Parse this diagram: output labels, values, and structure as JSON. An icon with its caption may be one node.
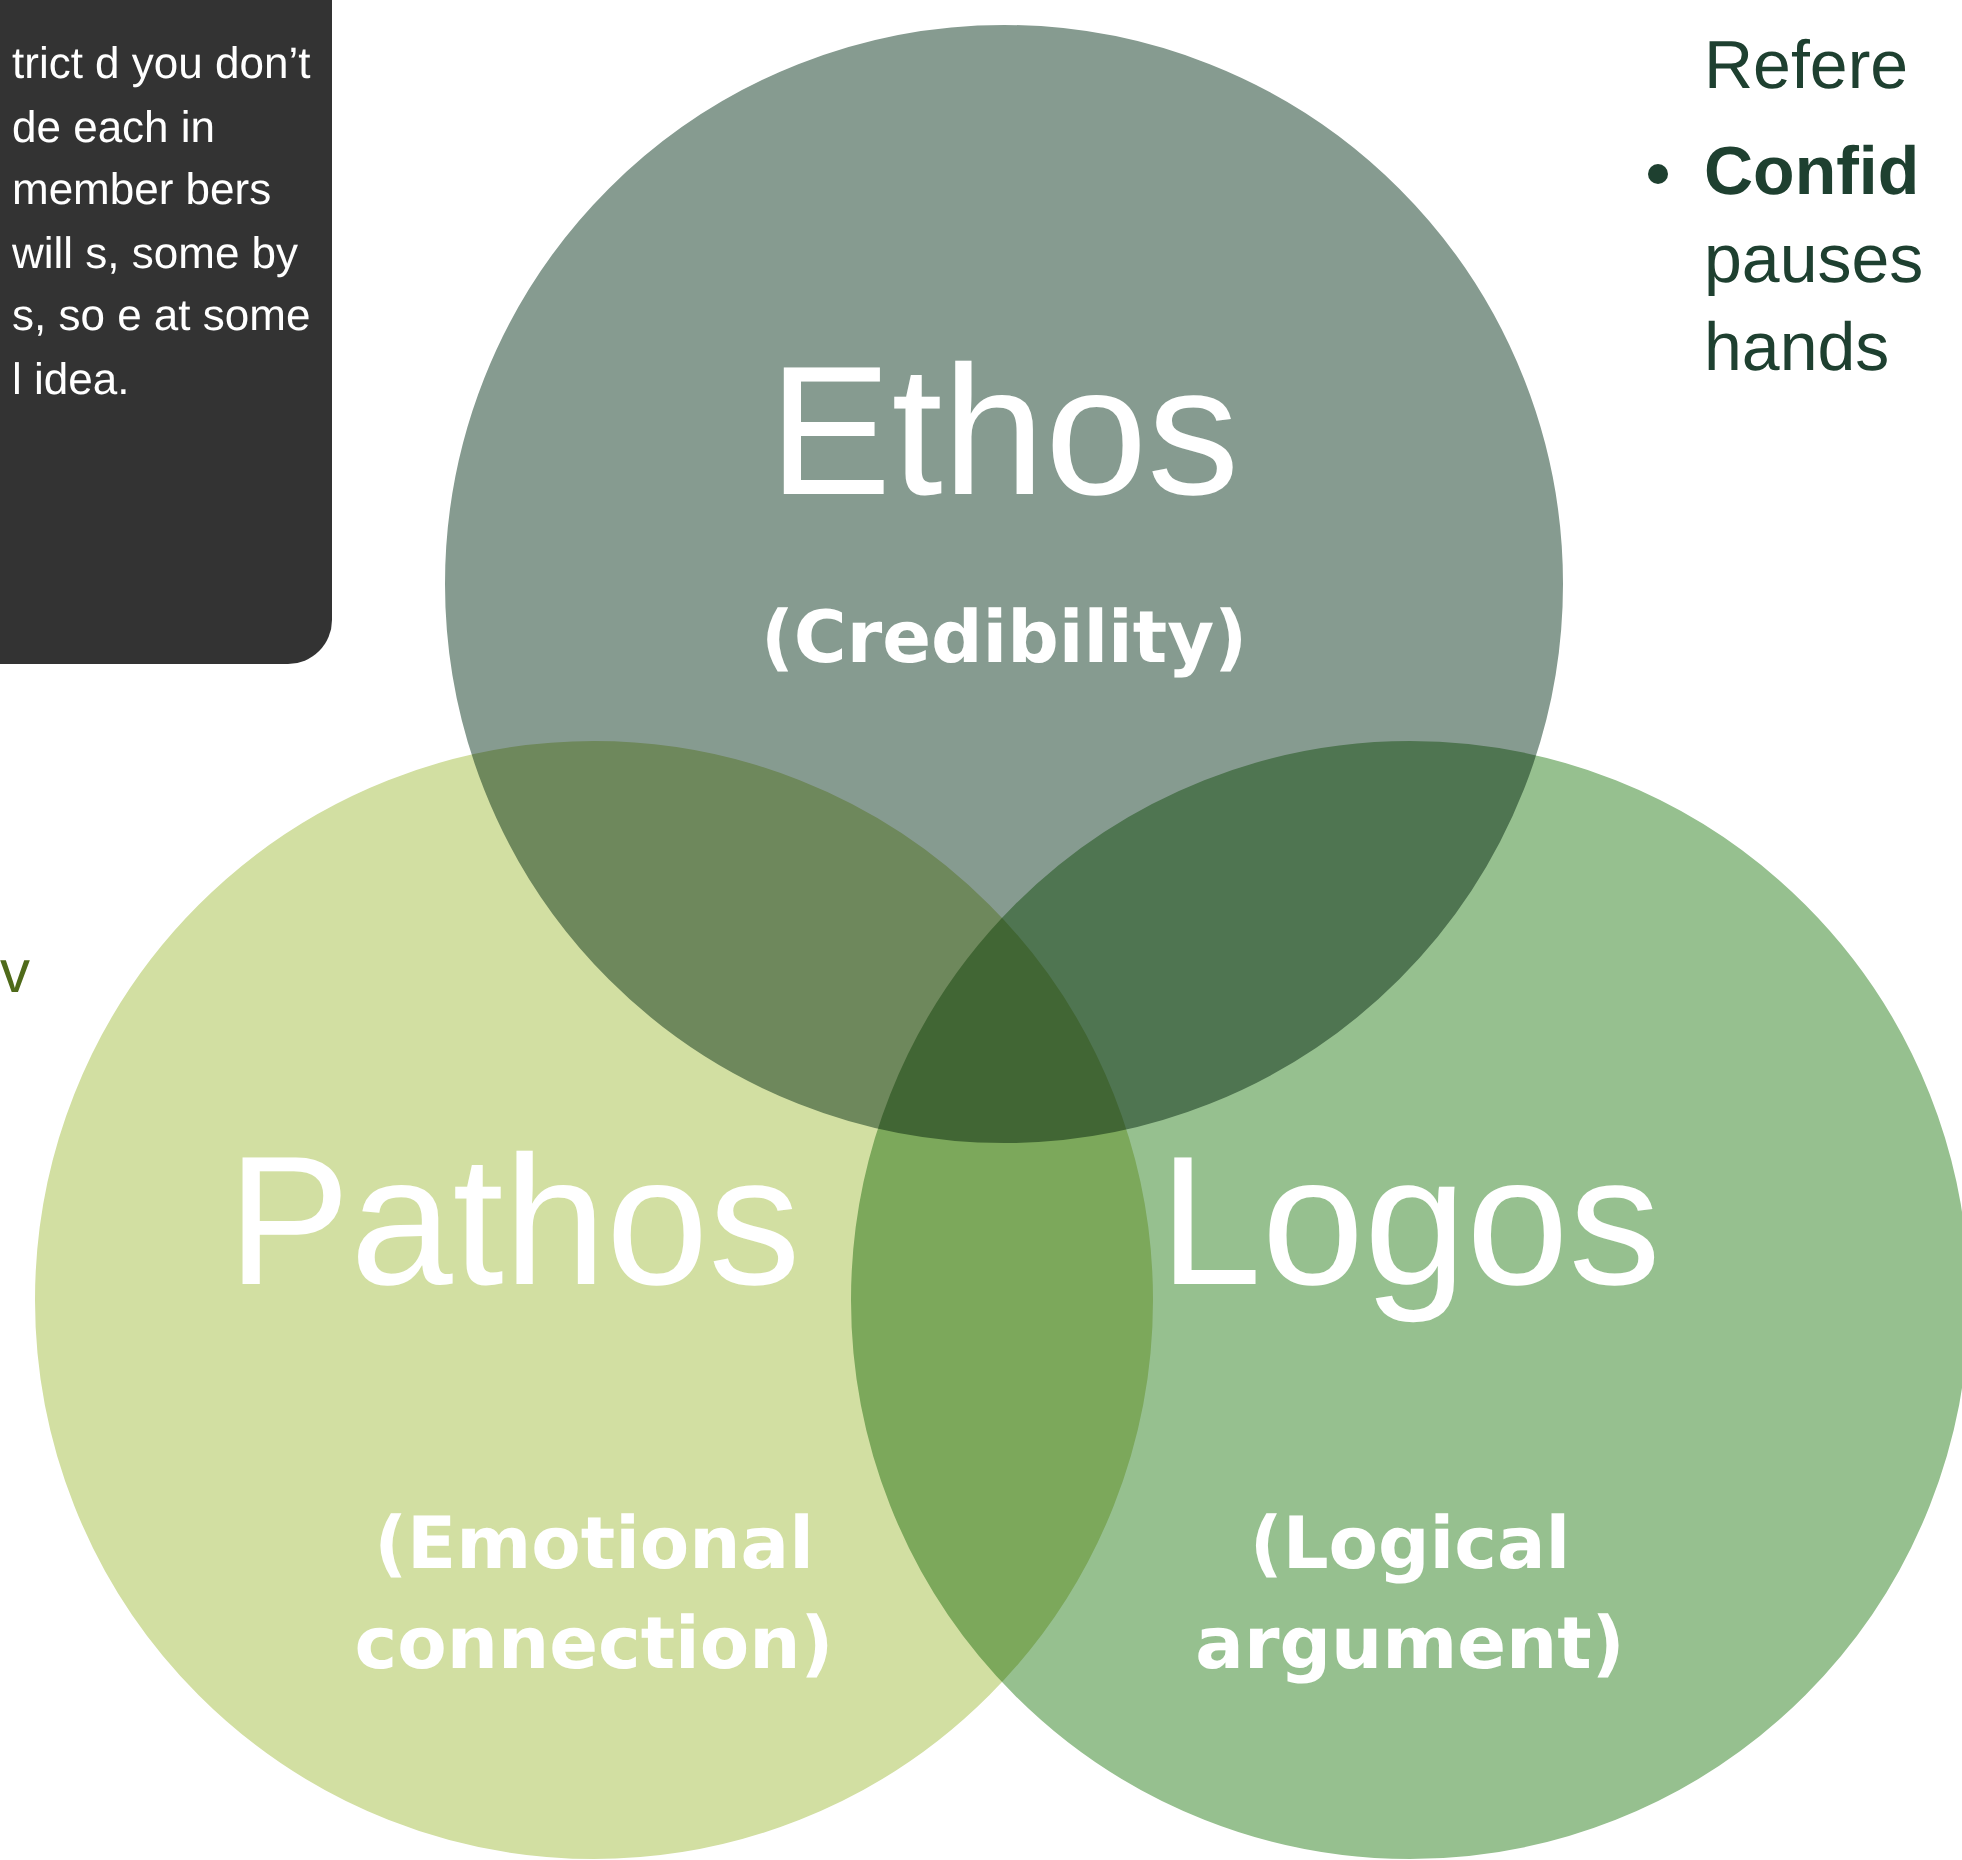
{
  "diagram": {
    "nodes": [
      {
        "text": [
          "Ethos",
          "(Credibility)"
        ]
      },
      {
        "text": [
          "Pathos",
          "(Emotional connection)"
        ]
      },
      {
        "text": [
          "Logos",
          "(Logical argument)"
        ]
      }
    ],
    "edges": [],
    "labels": [
      "trict d you don’t de each in member bers will s, some by s, so e at some l idea.",
      "Refere",
      "**Confid** pauses hands",
      "v"
    ]
  }
}
